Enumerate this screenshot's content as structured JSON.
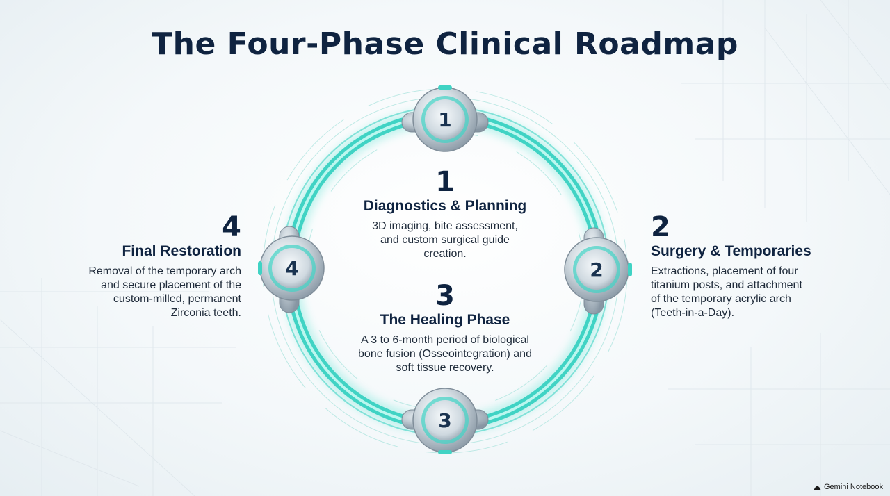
{
  "title": "The Four-Phase Clinical Roadmap",
  "phases": [
    {
      "number": "1",
      "heading": "Diagnostics & Planning",
      "description": [
        "3D imaging, bite assessment,",
        "and custom surgical guide",
        "creation."
      ]
    },
    {
      "number": "2",
      "heading": "Surgery & Temporaries",
      "description": [
        "Extractions, placement of four",
        "titanium posts, and attachment",
        "of the temporary acrylic arch",
        "(Teeth-in-a-Day)."
      ]
    },
    {
      "number": "3",
      "heading": "The Healing Phase",
      "description": [
        "A 3 to 6-month period of biological",
        "bone fusion (Osseointegration) and",
        "soft tissue recovery."
      ]
    },
    {
      "number": "4",
      "heading": "Final Restoration",
      "description": [
        "Removal of the temporary arch",
        "and secure placement of the",
        "custom-milled, permanent",
        "Zirconia teeth."
      ]
    }
  ],
  "nodes": [
    "1",
    "2",
    "3",
    "4"
  ],
  "brand": "Gemini Notebook",
  "colors": {
    "ring": "#40d3c4",
    "ring_glow": "#7fe8dc",
    "text_dark": "#0f2340",
    "node_metal": "#c9d3da"
  }
}
